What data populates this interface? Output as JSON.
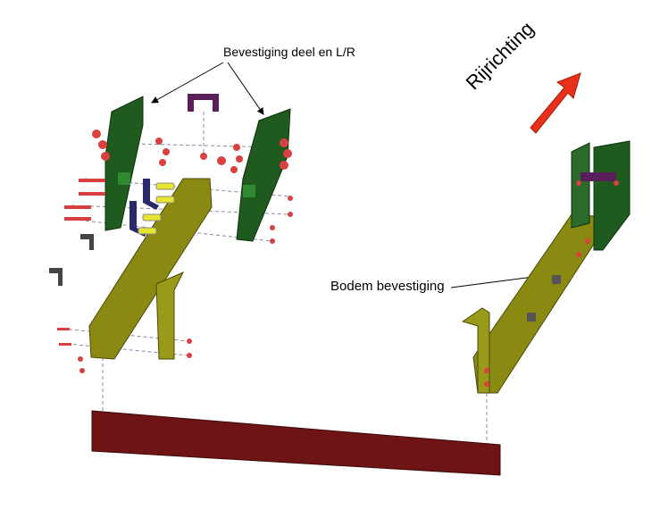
{
  "labels": {
    "top_label": "Bevestiging deel en L/R",
    "bottom_label": "Bodem bevestiging",
    "direction_label": "Rijrichting"
  },
  "colors": {
    "beam": "#8a8a12",
    "plate": "#1f5a1f",
    "bracket": "#5a1e5a",
    "bolt": "#d94040",
    "spacer": "#e6e62e",
    "clamp": "#2a2a6a",
    "bottom_bar": "#6e1414",
    "arrow": "#e8301a"
  }
}
